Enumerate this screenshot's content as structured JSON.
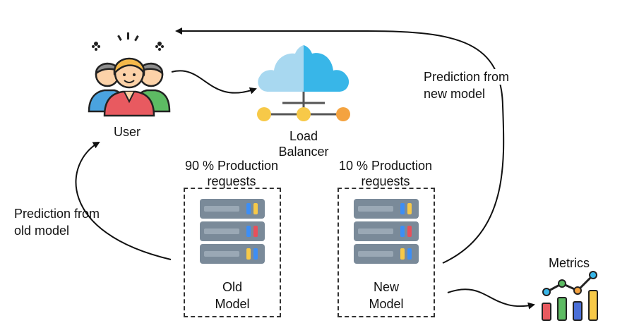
{
  "user": {
    "label": "User",
    "icon": "users-group-icon"
  },
  "load_balancer": {
    "label_line1": "Load",
    "label_line2": "Balancer",
    "icon": "cloud-network-icon"
  },
  "old_model": {
    "traffic_line1": "90 % Production",
    "traffic_line2": "requests",
    "label_line1": "Old",
    "label_line2": "Model",
    "icon": "server-stack-icon"
  },
  "new_model": {
    "traffic_line1": "10 % Production",
    "traffic_line2": "requests",
    "label_line1": "New",
    "label_line2": "Model",
    "icon": "server-stack-icon"
  },
  "prediction_old": {
    "line1": "Prediction from",
    "line2": "old model"
  },
  "prediction_new": {
    "line1": "Prediction from",
    "line2": "new model"
  },
  "metrics": {
    "label": "Metrics",
    "icon": "bar-chart-icon"
  },
  "colors": {
    "cloud_light": "#a8d8f0",
    "cloud_dark": "#38b6e8",
    "node_yellow": "#f7c948",
    "node_orange": "#f4a340",
    "server_body": "#7a8a99",
    "server_face": "#5d6d7c",
    "server_slot": "#9aa8b5",
    "led_blue": "#3d8ef5",
    "led_yellow": "#f7c948",
    "led_red": "#e8505b",
    "skin": "#fcd2a8",
    "hair_blond": "#f5b94a",
    "shirt_red": "#e85a60",
    "shirt_blue": "#4aa3df",
    "shirt_green": "#5dbb63"
  }
}
